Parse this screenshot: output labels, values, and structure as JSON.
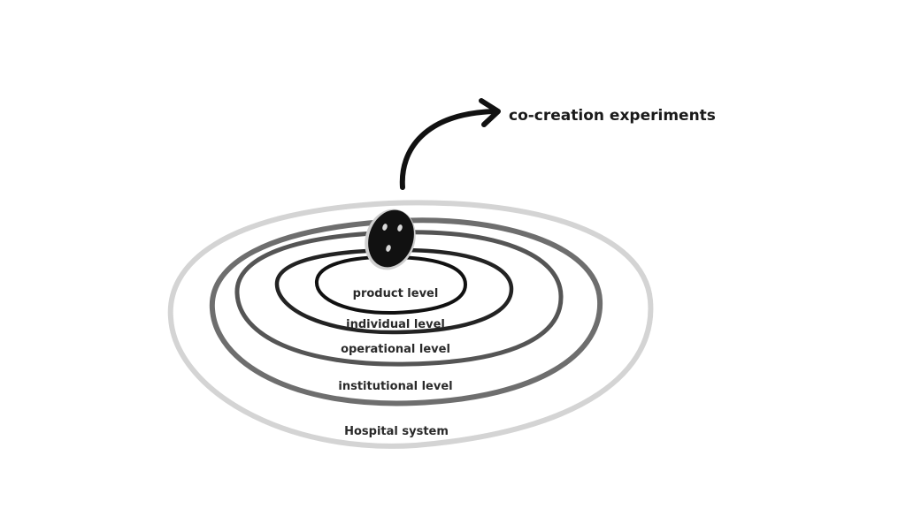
{
  "diagram": {
    "callout": "co-creation experiments",
    "levels": [
      {
        "label": "Hospital system",
        "stroke": "#d4d4d4"
      },
      {
        "label": "institutional level",
        "stroke": "#6e6e6e"
      },
      {
        "label": "operational level",
        "stroke": "#555555"
      },
      {
        "label": "individual level",
        "stroke": "#232323"
      },
      {
        "label": "product level",
        "stroke": "#111111"
      }
    ],
    "colors": {
      "marker": "#111111",
      "arrow": "#111111",
      "text": "#2a2a2a"
    }
  }
}
